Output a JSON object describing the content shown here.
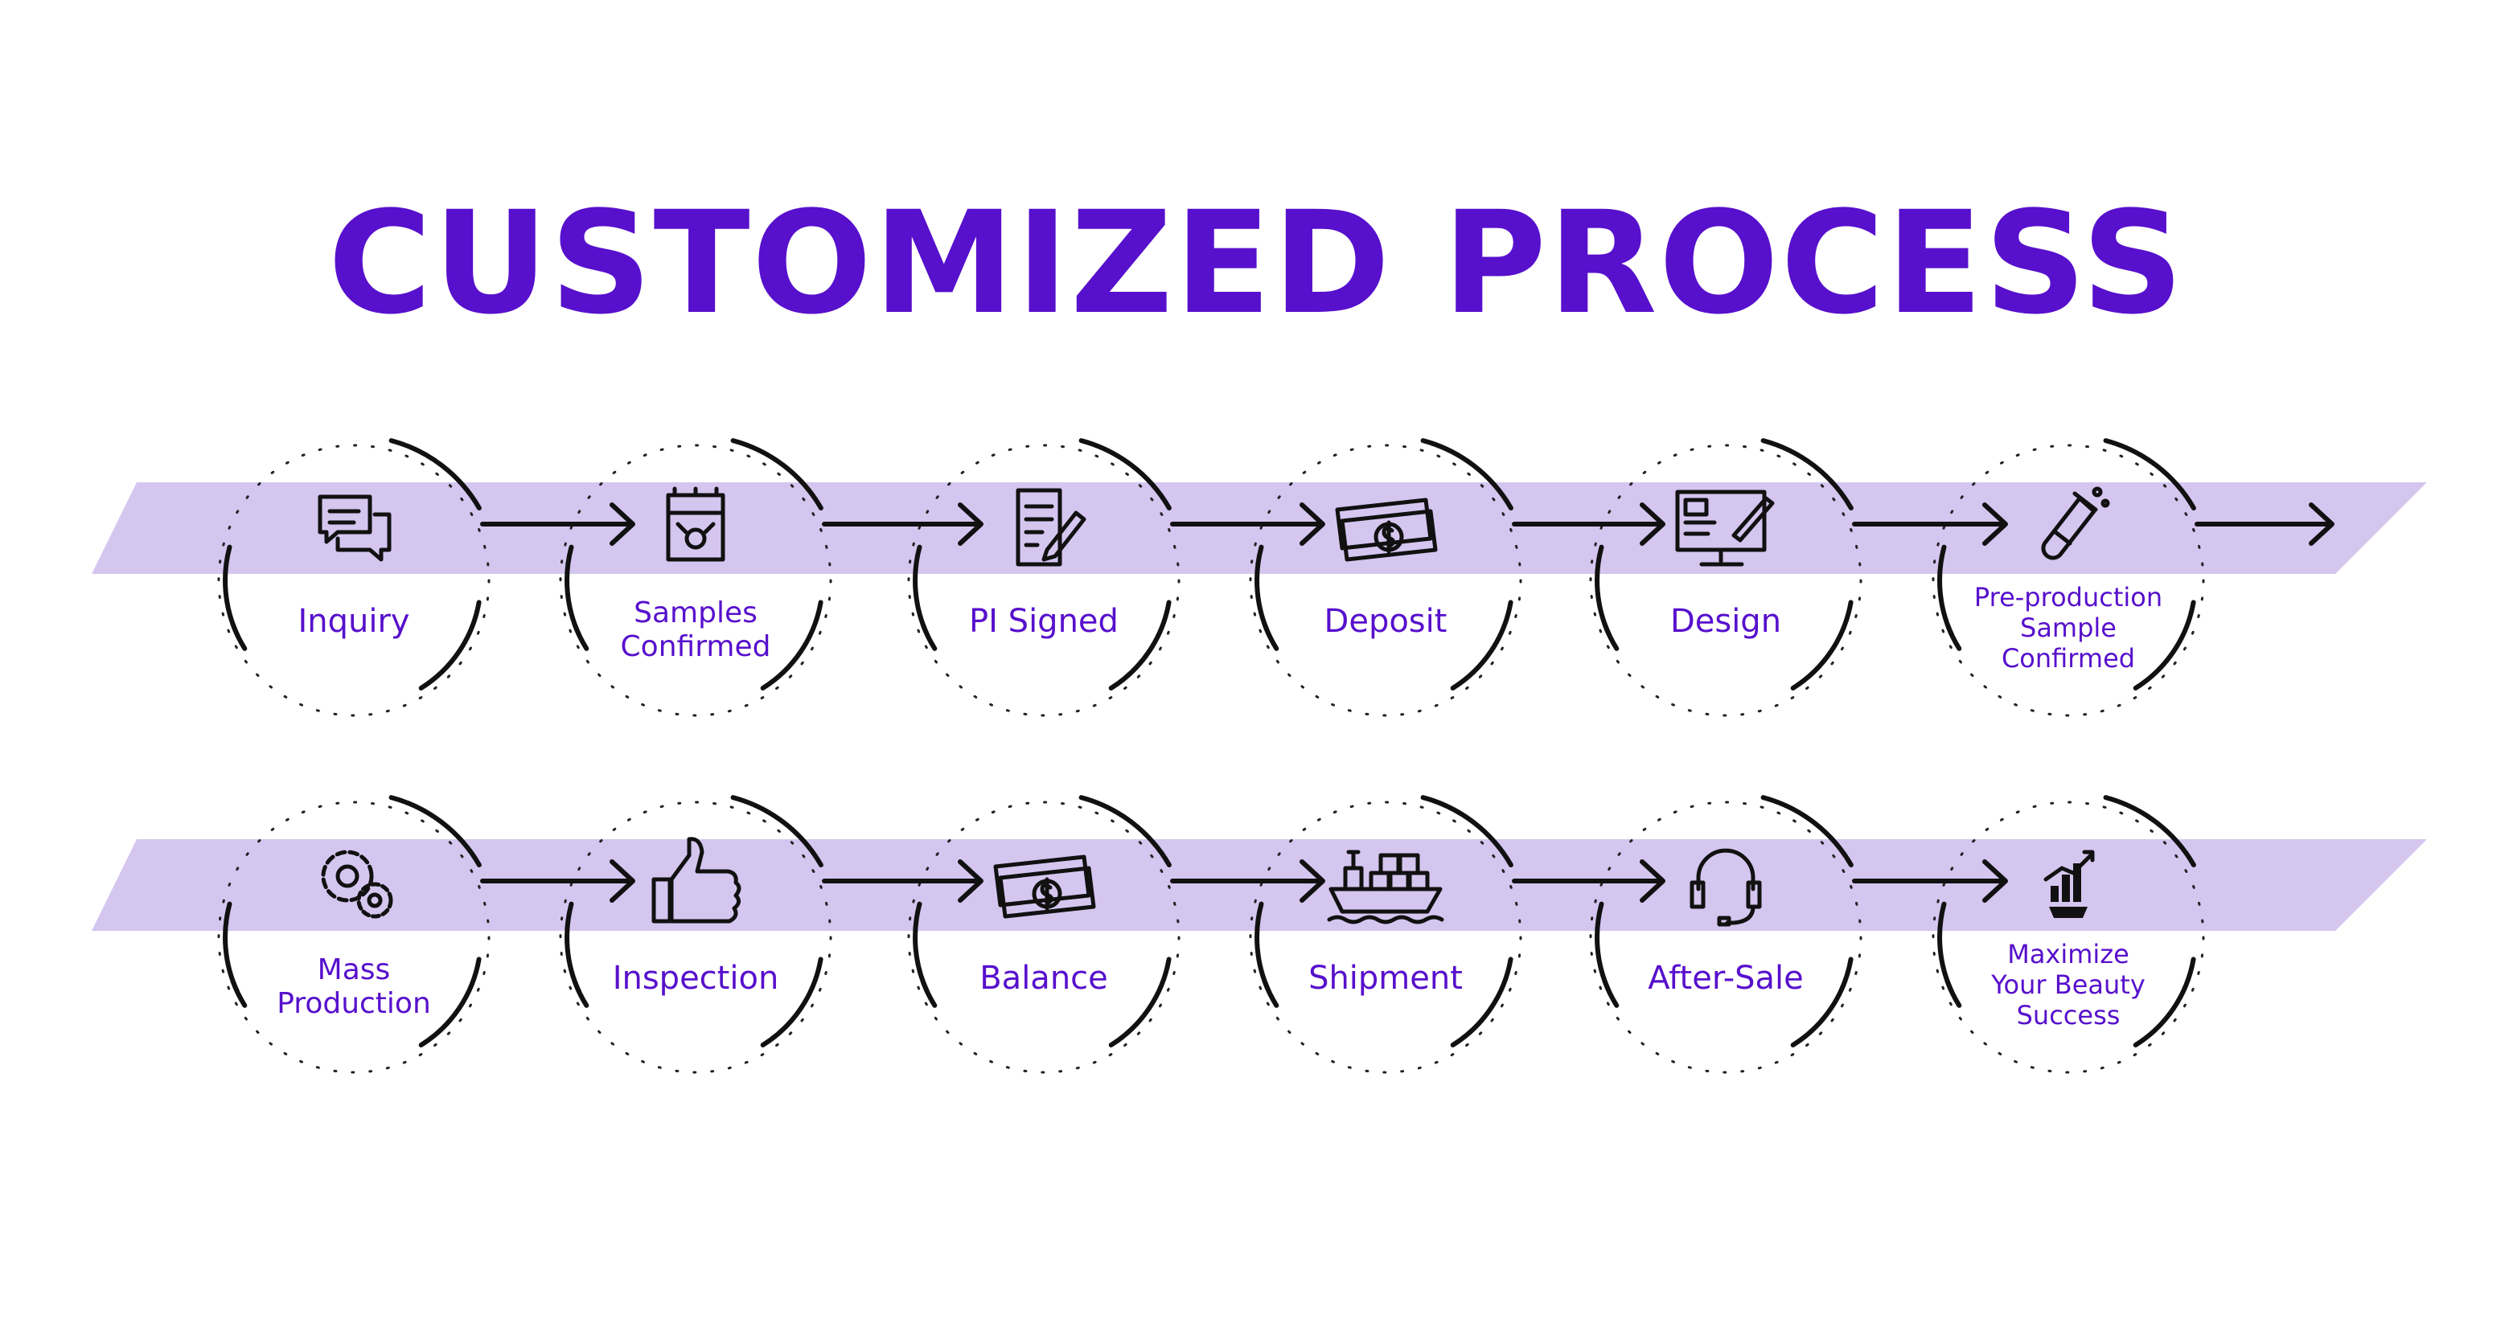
{
  "title": "CUSTOMIZED PROCESS",
  "colors": {
    "title": "#5710cc",
    "band": "#d5c6f0",
    "label": "#5710cc",
    "stroke": "#111111"
  },
  "rows": [
    {
      "steps": [
        {
          "lines": [
            "Inquiry"
          ],
          "icon": "chat-bubbles-icon"
        },
        {
          "lines": [
            "Samples",
            "Confirmed"
          ],
          "icon": "sample-jar-icon"
        },
        {
          "lines": [
            "PI Signed"
          ],
          "icon": "document-sign-icon"
        },
        {
          "lines": [
            "Deposit"
          ],
          "icon": "money-icon"
        },
        {
          "lines": [
            "Design"
          ],
          "icon": "design-monitor-icon"
        },
        {
          "lines": [
            "Pre-production",
            "Sample",
            "Confirmed"
          ],
          "icon": "test-tube-icon"
        }
      ]
    },
    {
      "steps": [
        {
          "lines": [
            "Mass",
            "Production"
          ],
          "icon": "gears-icon"
        },
        {
          "lines": [
            "Inspection"
          ],
          "icon": "thumbs-up-icon"
        },
        {
          "lines": [
            "Balance"
          ],
          "icon": "money-icon"
        },
        {
          "lines": [
            "Shipment"
          ],
          "icon": "cargo-ship-icon"
        },
        {
          "lines": [
            "After-Sale"
          ],
          "icon": "headset-icon"
        },
        {
          "lines": [
            "Maximize",
            "Your Beauty",
            "Success"
          ],
          "icon": "growth-chart-icon"
        }
      ]
    }
  ]
}
